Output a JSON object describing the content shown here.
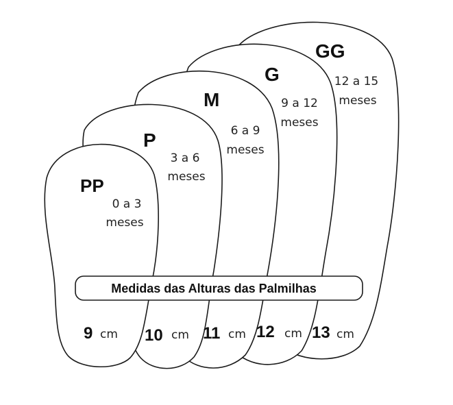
{
  "banner": {
    "text": "Medidas das Alturas das Palmilhas"
  },
  "sizes": [
    {
      "code": "PP",
      "age_line1": "0 a 3",
      "age_line2": "meses",
      "height_num": "9",
      "height_unit": "cm"
    },
    {
      "code": "P",
      "age_line1": "3 a 6",
      "age_line2": "meses",
      "height_num": "10",
      "height_unit": "cm"
    },
    {
      "code": "M",
      "age_line1": "6 a 9",
      "age_line2": "meses",
      "height_num": "11",
      "height_unit": "cm"
    },
    {
      "code": "G",
      "age_line1": "9 a 12",
      "age_line2": "meses",
      "height_num": "12",
      "height_unit": "cm"
    },
    {
      "code": "GG",
      "age_line1": "12 a 15",
      "age_line2": "meses",
      "height_num": "13",
      "height_unit": "cm"
    }
  ],
  "colors": {
    "outline": "#1a1a1a",
    "fill": "#ffffff",
    "text": "#111111"
  }
}
